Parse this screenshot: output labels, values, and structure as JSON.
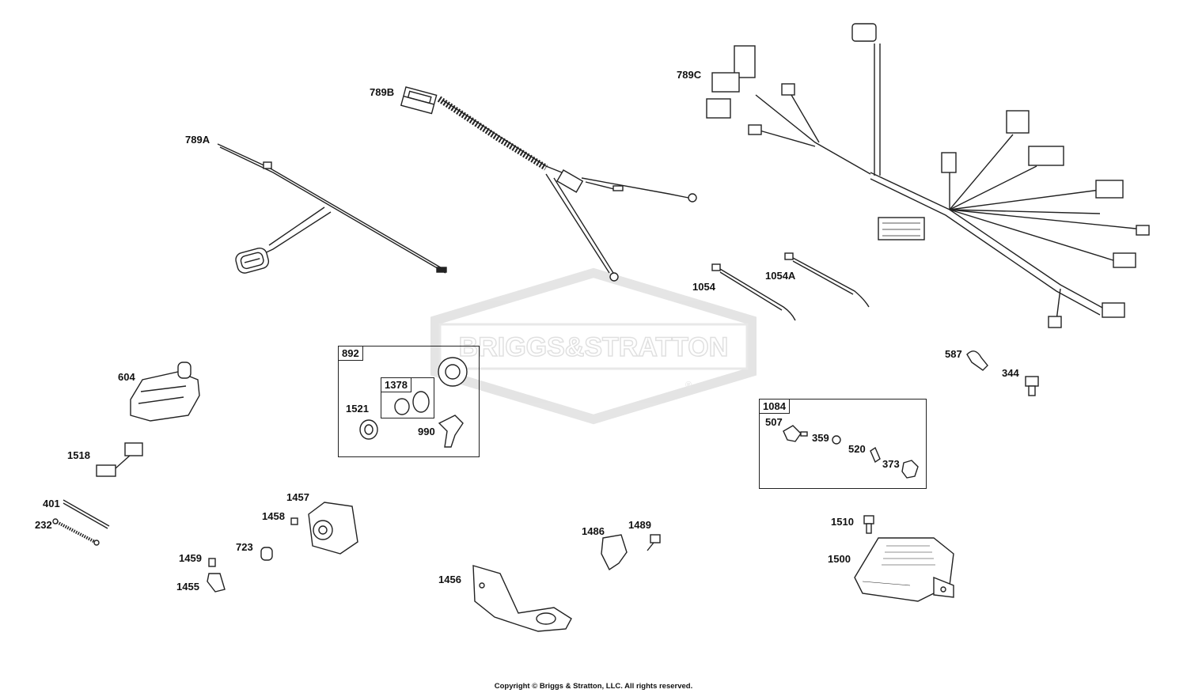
{
  "watermark": {
    "brand": "BRIGGS&STRATTON",
    "registered_mark": "®"
  },
  "copyright": "Copyright © Briggs & Stratton, LLC. All rights reserved.",
  "groups": [
    {
      "id": "892",
      "label": "892"
    },
    {
      "id": "1378",
      "label": "1378"
    },
    {
      "id": "1084",
      "label": "1084"
    }
  ],
  "parts": {
    "p789A": "789A",
    "p789B": "789B",
    "p789C": "789C",
    "p1054": "1054",
    "p1054A": "1054A",
    "p587": "587",
    "p344": "344",
    "p604": "604",
    "p1518": "1518",
    "p401": "401",
    "p232": "232",
    "p1457": "1457",
    "p1458": "1458",
    "p723": "723",
    "p1459": "1459",
    "p1455": "1455",
    "p1521": "1521",
    "p990": "990",
    "p507": "507",
    "p359": "359",
    "p520": "520",
    "p373": "373",
    "p1510": "1510",
    "p1500": "1500",
    "p1486": "1486",
    "p1489": "1489",
    "p1456": "1456"
  }
}
